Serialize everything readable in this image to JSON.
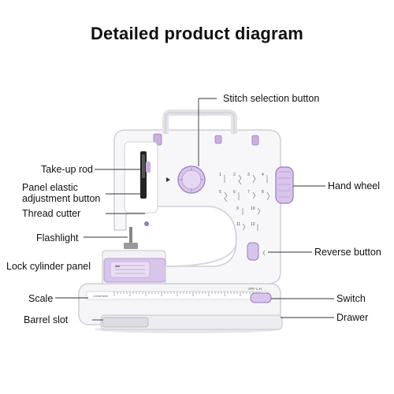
{
  "title": "Detailed product diagram",
  "labels": {
    "stitch_selection": "Stitch selection button",
    "take_up_rod": "Take-up rod",
    "panel_elastic_line1": "Panel elastic",
    "panel_elastic_line2": "adjustment button",
    "thread_cutter": "Thread cutter",
    "flashlight": "Flashlight",
    "lock_cylinder": "Lock cylinder panel",
    "scale": "Scale",
    "barrel_slot": "Barrel slot",
    "hand_wheel": "Hand wheel",
    "reverse_button": "Reverse button",
    "switch": "Switch",
    "drawer": "Drawer"
  },
  "machine": {
    "switch_marks": "OFF L H",
    "scale_text": "Centimeter",
    "stitch_numbers": [
      "1",
      "2",
      "3",
      "4",
      "5",
      "6",
      "7",
      "8",
      "9",
      "10",
      "11",
      "12"
    ]
  },
  "colors": {
    "body": "#f4f4f7",
    "accent": "#c9b0e0",
    "accent_dark": "#9a78c2",
    "outline": "#c8c8d0",
    "leader": "#333333"
  }
}
